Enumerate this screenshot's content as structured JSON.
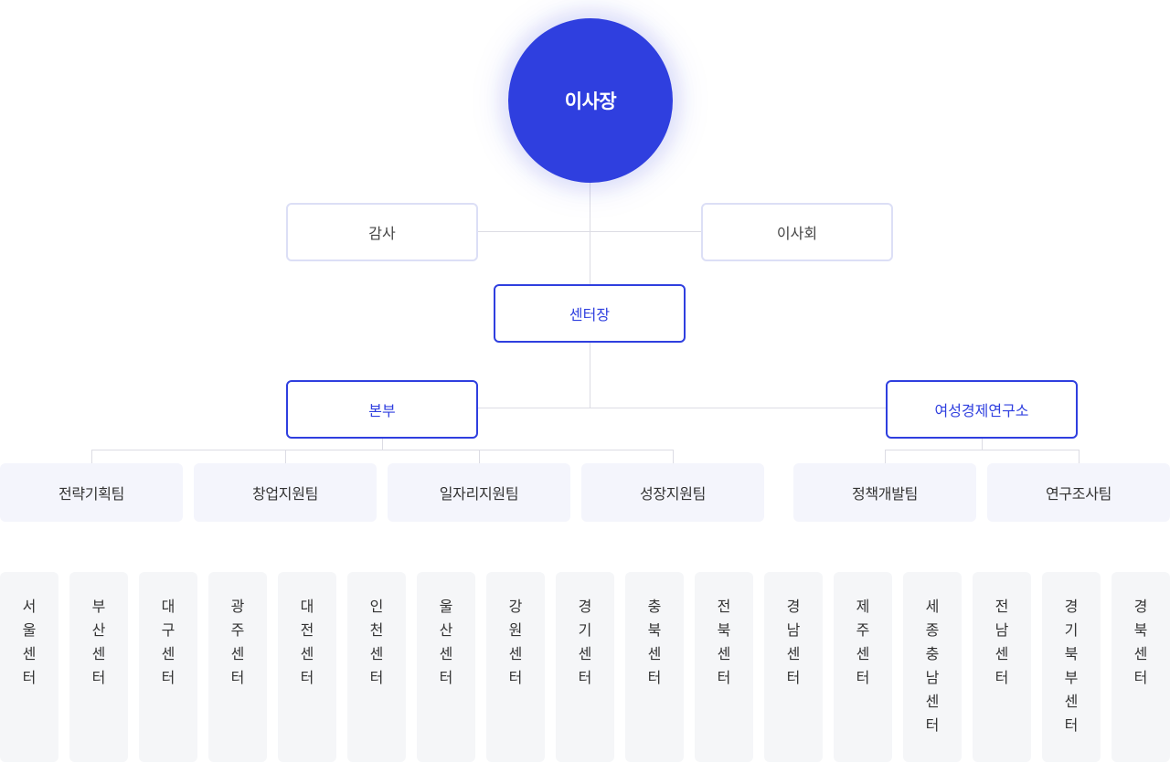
{
  "colors": {
    "primary": "#2f3fdf",
    "light_border": "#dcdff6",
    "team_bg": "#f4f5fc",
    "center_bg": "#f5f6f8",
    "connector": "#dcdce4"
  },
  "chairman": {
    "label": "이사장"
  },
  "auditor": {
    "label": "감사"
  },
  "board": {
    "label": "이사회"
  },
  "director": {
    "label": "센터장"
  },
  "headquarters": {
    "label": "본부"
  },
  "research_institute": {
    "label": "여성경제연구소"
  },
  "teams": [
    {
      "label": "전략기획팀"
    },
    {
      "label": "창업지원팀"
    },
    {
      "label": "일자리지원팀"
    },
    {
      "label": "성장지원팀"
    },
    {
      "label": "정책개발팀"
    },
    {
      "label": "연구조사팀"
    }
  ],
  "regional_centers": [
    {
      "label": "서울센터"
    },
    {
      "label": "부산센터"
    },
    {
      "label": "대구센터"
    },
    {
      "label": "광주센터"
    },
    {
      "label": "대전센터"
    },
    {
      "label": "인천센터"
    },
    {
      "label": "울산센터"
    },
    {
      "label": "강원센터"
    },
    {
      "label": "경기센터"
    },
    {
      "label": "충북센터"
    },
    {
      "label": "전북센터"
    },
    {
      "label": "경남센터"
    },
    {
      "label": "제주센터"
    },
    {
      "label": "세종충남센터"
    },
    {
      "label": "전남센터"
    },
    {
      "label": "경기북부센터"
    },
    {
      "label": "경북센터"
    }
  ]
}
